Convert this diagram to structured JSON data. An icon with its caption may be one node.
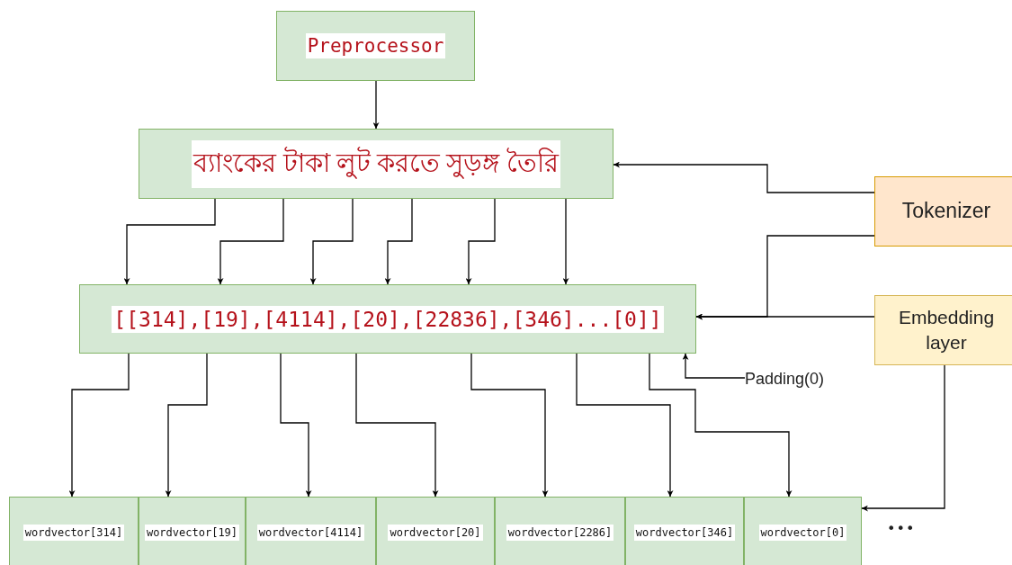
{
  "diagram": {
    "nodes": [
      {
        "text": [
          "Preprocessor"
        ]
      },
      {
        "text": [
          "ব্যাংকের টাকা লুট করতে সুড়ঙ্গ তৈরি"
        ]
      },
      {
        "text": [
          "Tokenizer"
        ]
      },
      {
        "text": [
          "Embedding layer"
        ]
      },
      {
        "text": [
          "[[314],[19],[4114],[20],[22836],[346]...[0]]"
        ]
      },
      {
        "text": [
          "Padding(0)"
        ]
      },
      {
        "text": [
          "wordvector[314]"
        ]
      },
      {
        "text": [
          "wordvector[19]"
        ]
      },
      {
        "text": [
          "wordvector[4114]"
        ]
      },
      {
        "text": [
          "wordvector[20]"
        ]
      },
      {
        "text": [
          "wordvector[2286]"
        ]
      },
      {
        "text": [
          "wordvector[346]"
        ]
      },
      {
        "text": [
          "wordvector[0]"
        ]
      }
    ],
    "edges": [
      {
        "from": 0,
        "to": 1,
        "arrow": "to"
      },
      {
        "from": 2,
        "to": 1,
        "arrow": "to"
      },
      {
        "from": 2,
        "to": 4,
        "arrow": "to"
      },
      {
        "from": 3,
        "to": 4,
        "arrow": "to"
      },
      {
        "from": 1,
        "to": 4,
        "arrow": "to"
      },
      {
        "from": 1,
        "to": 4,
        "arrow": "to"
      },
      {
        "from": 1,
        "to": 4,
        "arrow": "to"
      },
      {
        "from": 1,
        "to": 4,
        "arrow": "to"
      },
      {
        "from": 1,
        "to": 4,
        "arrow": "to"
      },
      {
        "from": 1,
        "to": 4,
        "arrow": "to"
      },
      {
        "from": 5,
        "to": 4,
        "arrow": "to"
      },
      {
        "from": 4,
        "to": 6,
        "arrow": "to"
      },
      {
        "from": 4,
        "to": 7,
        "arrow": "to"
      },
      {
        "from": 4,
        "to": 8,
        "arrow": "to"
      },
      {
        "from": 4,
        "to": 9,
        "arrow": "to"
      },
      {
        "from": 4,
        "to": 10,
        "arrow": "to"
      },
      {
        "from": 4,
        "to": 11,
        "arrow": "to"
      },
      {
        "from": 4,
        "to": 12,
        "arrow": "to"
      },
      {
        "from": 3,
        "to": 12,
        "arrow": "to"
      }
    ],
    "labels": [
      "•••"
    ]
  }
}
